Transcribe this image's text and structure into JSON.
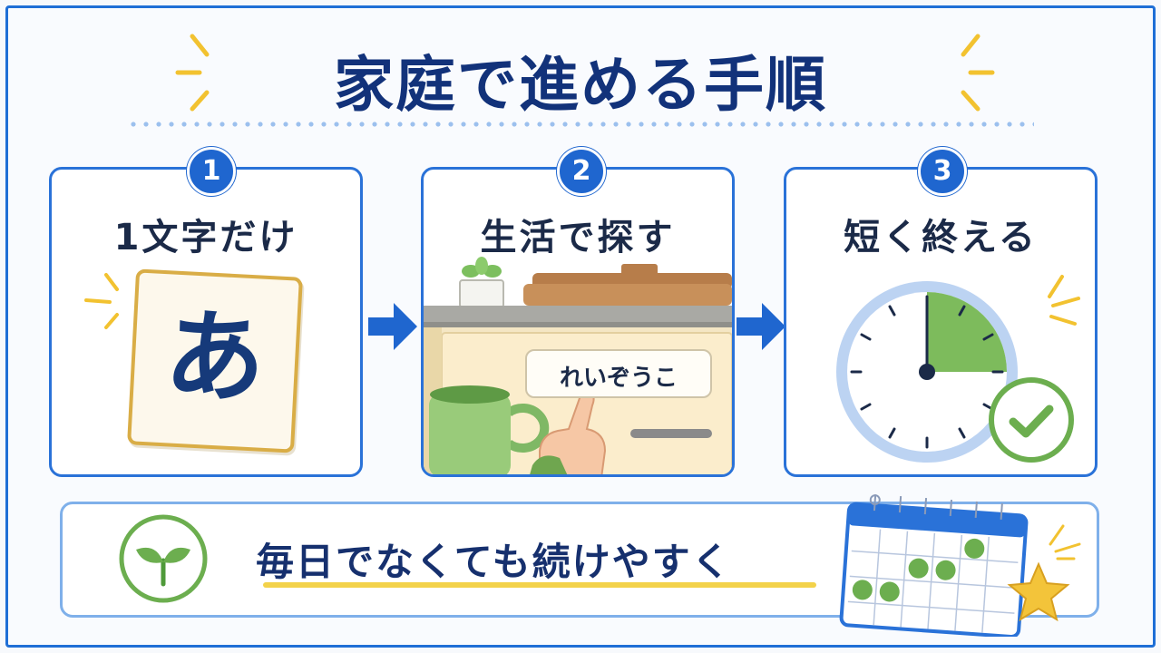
{
  "title": "家庭で進める手順",
  "steps": [
    {
      "number": "1",
      "label": "1文字だけ",
      "image_text": "あ"
    },
    {
      "number": "2",
      "label": "生活で探す",
      "image_text": "れいぞうこ"
    },
    {
      "number": "3",
      "label": "短く終える"
    }
  ],
  "banner": {
    "text": "毎日でなくても続けやすく"
  },
  "icons": {
    "sprout": "sprout-icon",
    "clock": "clock-icon",
    "check": "check-circle-icon",
    "calendar": "calendar-icon",
    "star": "star-icon",
    "arrow": "arrow-right-icon"
  },
  "colors": {
    "accent": "#1f66cf",
    "title": "#12327a",
    "green": "#6cae4f",
    "yellow": "#f3c43a"
  }
}
